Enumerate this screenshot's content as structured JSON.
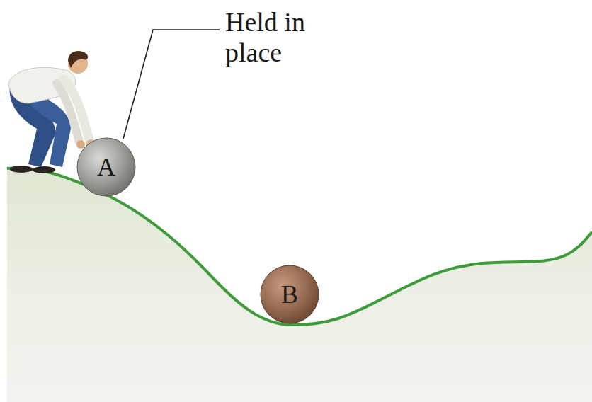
{
  "diagram": {
    "nodes": [
      {
        "text": [
          "A"
        ]
      },
      {
        "text": [
          "B"
        ]
      }
    ],
    "labels": [
      "Held in place"
    ]
  }
}
